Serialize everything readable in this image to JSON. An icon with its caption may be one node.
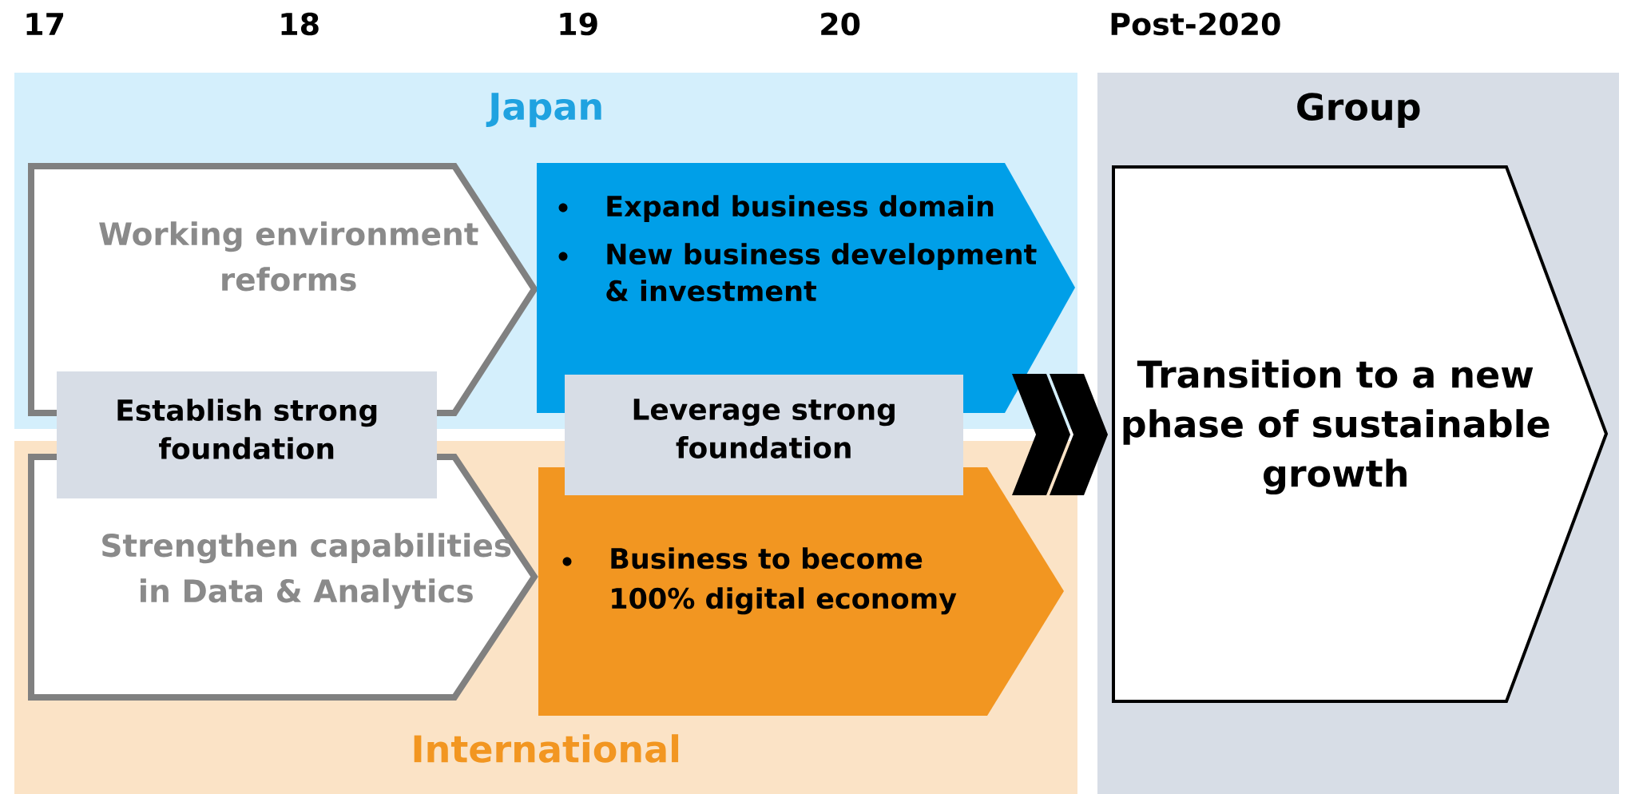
{
  "diagram": {
    "nodes": [
      {
        "text": [
          "Japan"
        ]
      },
      {
        "text": [
          "Working environment reforms"
        ],
        "in": 0
      },
      {
        "text": [
          "Expand business domain",
          "New business development & investment"
        ],
        "in": 0
      },
      {
        "text": [
          "International"
        ]
      },
      {
        "text": [
          "Strengthen capabilities in Data & Analytics"
        ],
        "in": 3
      },
      {
        "text": [
          "Business to become 100% digital economy"
        ],
        "in": 3
      },
      {
        "text": [
          "Establish strong foundation"
        ]
      },
      {
        "text": [
          "Leverage strong foundation"
        ]
      },
      {
        "text": [
          "Group"
        ]
      },
      {
        "text": [
          "Transition to a new phase of sustainable growth"
        ],
        "in": 8
      },
      {
        "text": [],
        "shape": "chevron"
      }
    ],
    "labels": [
      "17",
      "18",
      "19",
      "20",
      "Post-2020"
    ]
  }
}
